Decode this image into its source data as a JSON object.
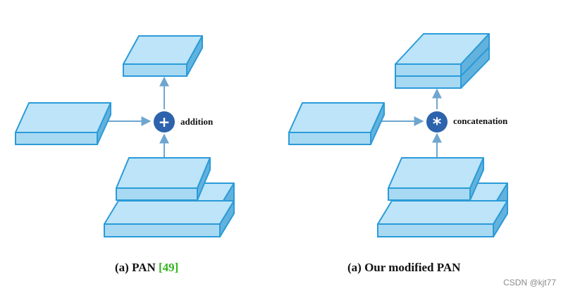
{
  "colors": {
    "block_front": "#a8d9f3",
    "block_top": "#bde4f8",
    "block_side": "#62b2dd",
    "block_edge": "#2b9bd8",
    "arrow": "#6fa6cf",
    "op_fill": "#2d63ad",
    "op_symbol": "#ffffff",
    "reference": "#35b51f"
  },
  "panels": [
    {
      "operation_symbol": "+",
      "operation_label": "addition",
      "caption_prefix": "(a) PAN ",
      "caption_reference": "[49]"
    },
    {
      "operation_symbol": "*",
      "operation_label": "concatenation",
      "caption_prefix": "(a) Our modified PAN",
      "caption_reference": ""
    }
  ],
  "watermark": "CSDN @kjt77"
}
